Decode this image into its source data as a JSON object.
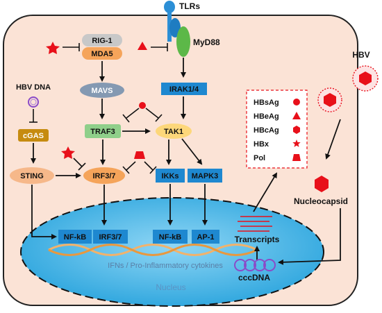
{
  "receptors": {
    "tlrs": "TLRs",
    "myd88": "MyD88",
    "rig1": "RIG-1",
    "mda5": "MDA5"
  },
  "pathway": {
    "mavs": "MAVS",
    "traf3": "TRAF3",
    "irf37": "IRF3/7",
    "irak14": "IRAK1/4",
    "tak1": "TAK1",
    "ikks": "IKKs",
    "mapk3": "MAPK3",
    "hbv_dna": "HBV DNA",
    "cgas": "cGAS",
    "sting": "STING"
  },
  "nucleus": {
    "nfkb_left": "NF-kB",
    "irf37": "IRF3/7",
    "nfkb_mid": "NF-kB",
    "ap1": "AP-1",
    "cytokines": "IFNs / Pro-Inflammatory cytokines",
    "label": "Nucleus",
    "transcripts": "Transcripts",
    "cccdna": "cccDNA"
  },
  "virus": {
    "hbv": "HBV",
    "nucleocapsid": "Nucleocapsid"
  },
  "legend": {
    "items": [
      {
        "label": "HBsAg",
        "shape": "circle"
      },
      {
        "label": "HBeAg",
        "shape": "triangle"
      },
      {
        "label": "HBcAg",
        "shape": "hexagon"
      },
      {
        "label": "HBx",
        "shape": "star"
      },
      {
        "label": "Pol",
        "shape": "trapezoid"
      }
    ]
  },
  "colors": {
    "cell_fill": "#fbe3d6",
    "red": "#e8101a",
    "blue": "#1e88d0",
    "gray_blue": "#8499b2",
    "green_node": "#8fcf8a",
    "orange_node": "#f5a45a",
    "peach_node": "#f6b88a",
    "gold_node": "#c68b10",
    "nucleus": "#49b8e6",
    "myd88": "#5cb848",
    "tak1": "#fdd77a"
  }
}
